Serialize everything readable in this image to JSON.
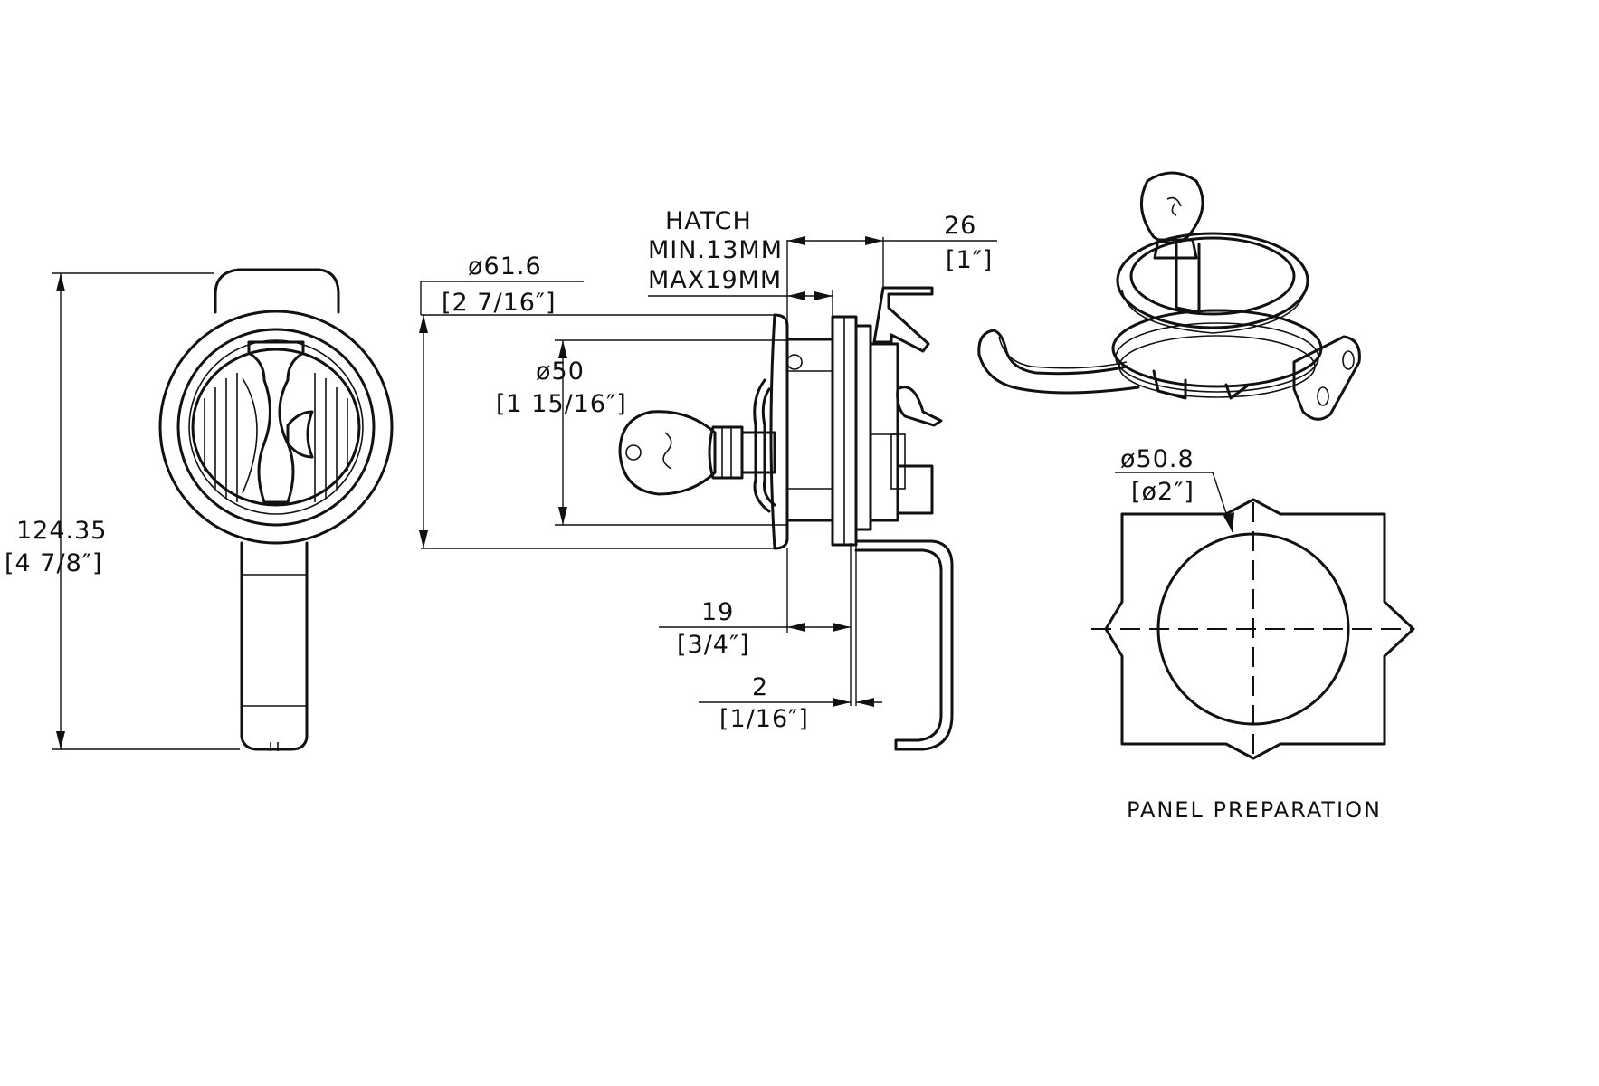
{
  "dimensions": {
    "overall_height": {
      "mm": "124.35",
      "inch": "[4 7/8″]"
    },
    "bezel_diameter": {
      "mm": "ø61.6",
      "inch": "[2 7/16″]"
    },
    "body_diameter": {
      "mm": "ø50",
      "inch": "[1 15/16″]"
    },
    "hatch_thickness": {
      "title": "HATCH",
      "min": "MIN.13MM",
      "max": "MAX19MM"
    },
    "cam_offset": {
      "mm": "26",
      "inch": "[1″]"
    },
    "body_depth": {
      "mm": "19",
      "inch": "[3/4″]"
    },
    "flange_thickness": {
      "mm": "2",
      "inch": "[1/16″]"
    },
    "cutout_diameter": {
      "mm": "ø50.8",
      "inch": "[ø2″]"
    }
  },
  "captions": {
    "panel_preparation": "PANEL PREPARATION"
  }
}
